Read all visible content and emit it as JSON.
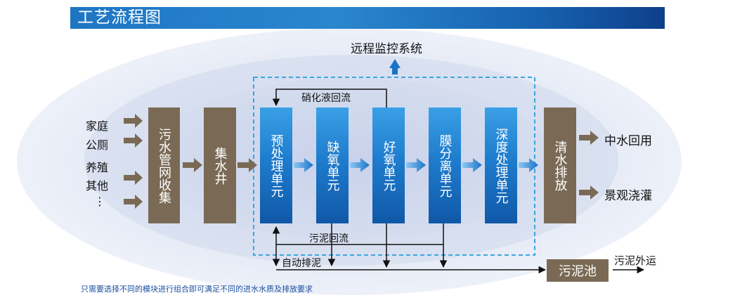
{
  "title": "工艺流程图",
  "remote": "远程监控系统",
  "sources": [
    "家庭",
    "公厕",
    "养殖",
    "其他",
    "⋮"
  ],
  "process": {
    "collection": "污水管网收集",
    "sump": "集水井",
    "pretreat": "预处理单元",
    "anoxic": "缺氧单元",
    "aerobic": "好氧单元",
    "membrane": "膜分离单元",
    "advanced": "深度处理单元",
    "discharge": "清水排放"
  },
  "loops": {
    "nitrate": "硝化液回流",
    "sludge_return": "污泥回流",
    "auto_discharge": "自动排泥"
  },
  "outputs": {
    "reuse": "中水回用",
    "irrigation": "景观浇灌"
  },
  "sludge": {
    "pool": "污泥池",
    "transport": "污泥外运"
  },
  "footnote": "只需要选择不同的模块进行组合即可满足不同的进水水质及排放要求",
  "colors": {
    "title_bar": "#1e76c3",
    "process_box": "#7a6a55",
    "unit_box": "#1f7ccd",
    "dashed_border": "#3aa6e0",
    "arrow_blue": "#1a73c8"
  }
}
